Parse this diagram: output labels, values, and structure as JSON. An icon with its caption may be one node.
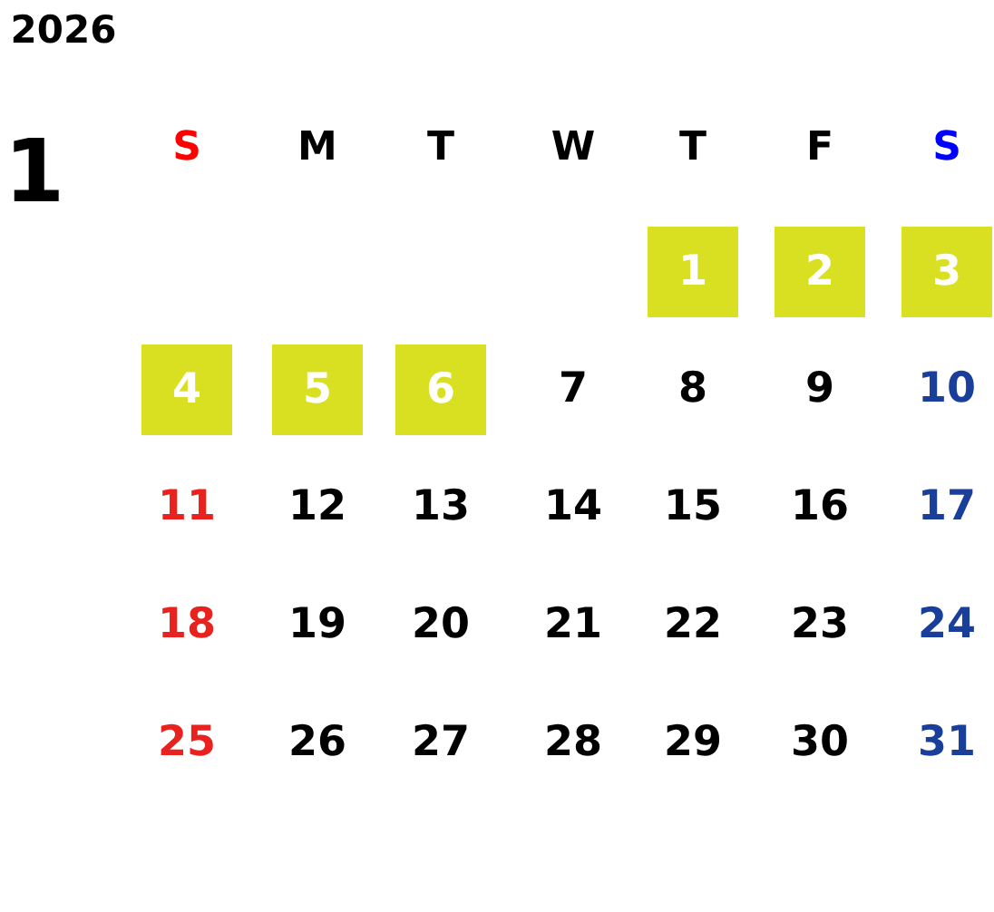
{
  "diagram": {
    "nodes": [
      {
        "text": [
          "1"
        ]
      },
      {
        "text": [
          "2"
        ]
      },
      {
        "text": [
          "3"
        ]
      },
      {
        "text": [
          "4"
        ]
      },
      {
        "text": [
          "5"
        ]
      },
      {
        "text": [
          "6"
        ]
      }
    ],
    "labels": [
      "2026",
      "1",
      "S",
      "M",
      "T",
      "W",
      "T",
      "F",
      "S",
      "7",
      "8",
      "9",
      "10",
      "11",
      "12",
      "13",
      "14",
      "15",
      "16",
      "17",
      "18",
      "19",
      "20",
      "21",
      "22",
      "23",
      "24",
      "25",
      "26",
      "27",
      "28",
      "29",
      "30",
      "31"
    ]
  }
}
